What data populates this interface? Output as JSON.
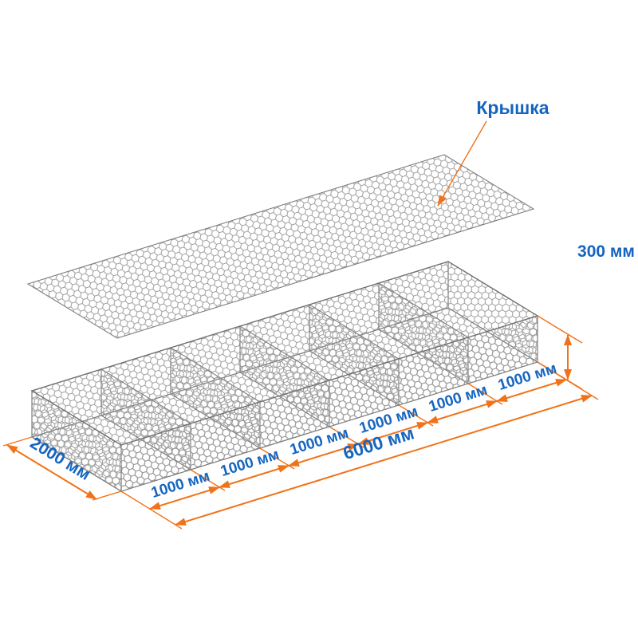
{
  "diagram": {
    "lid_label": "Крышка",
    "height_label": "300 мм",
    "depth_label": "2000 мм",
    "length_label": "6000 мм",
    "segment_labels": [
      "1000 мм",
      "1000 мм",
      "1000 мм",
      "1000 мм",
      "1000 мм",
      "1000 мм"
    ],
    "colors": {
      "dimension": "#F0731A",
      "label": "#1565C0",
      "mesh": "#969696",
      "background": "#FFFFFF"
    }
  }
}
